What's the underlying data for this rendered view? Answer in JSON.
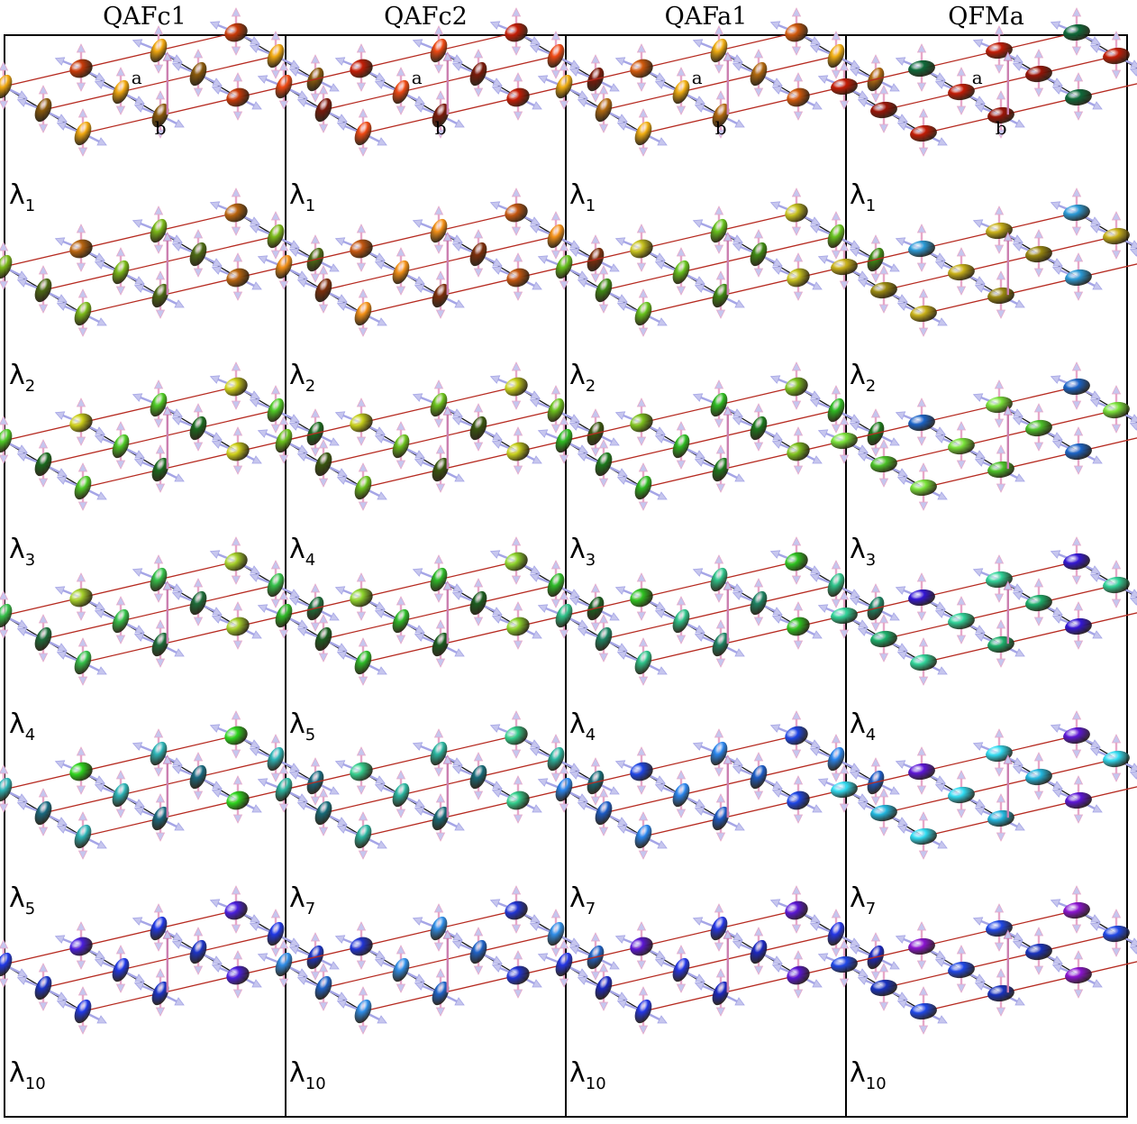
{
  "columns": [
    {
      "title": "QAFc1",
      "style": "tilt",
      "rows": [
        {
          "label": "λ",
          "sub": "1",
          "c1": "#c93a08",
          "c2": "#f3aa10",
          "c3": "#8a5a0c",
          "spin": "#e7a7c8"
        },
        {
          "label": "λ",
          "sub": "2",
          "c1": "#b9650f",
          "c2": "#7cbb19",
          "c3": "#4d6b14",
          "spin": "#e7a7c8"
        },
        {
          "label": "λ",
          "sub": "3",
          "c1": "#cfd21a",
          "c2": "#4fcc26",
          "c3": "#1a6a1e",
          "spin": "#e7a7c8"
        },
        {
          "label": "λ",
          "sub": "4",
          "c1": "#a6d22a",
          "c2": "#35c24a",
          "c3": "#1d6d3a",
          "spin": "#e7a7c8"
        },
        {
          "label": "λ",
          "sub": "5",
          "c1": "#2ed61f",
          "c2": "#2db5b7",
          "c3": "#196a80",
          "spin": "#e7a7c8"
        },
        {
          "label": "λ",
          "sub": "10",
          "c1": "#4a1ee0",
          "c2": "#1f38e6",
          "c3": "#1b34c8",
          "spin": "#e7a7c8"
        }
      ]
    },
    {
      "title": "QAFc2",
      "style": "tilt",
      "rows": [
        {
          "label": "λ",
          "sub": "1",
          "c1": "#c41d06",
          "c2": "#f04a14",
          "c3": "#7a1a0a",
          "spin": "#e7a7c8"
        },
        {
          "label": "λ",
          "sub": "2",
          "c1": "#c45710",
          "c2": "#f59218",
          "c3": "#7c2f0c",
          "spin": "#e7a7c8"
        },
        {
          "label": "λ",
          "sub": "4",
          "c1": "#c8d21c",
          "c2": "#6cc41d",
          "c3": "#39570f",
          "spin": "#e7a7c8"
        },
        {
          "label": "λ",
          "sub": "5",
          "c1": "#8ed62c",
          "c2": "#2ebc28",
          "c3": "#1b5e20",
          "spin": "#e7a7c8"
        },
        {
          "label": "λ",
          "sub": "7",
          "c1": "#33d08e",
          "c2": "#2bb7a1",
          "c3": "#176b78",
          "spin": "#e7a7c8"
        },
        {
          "label": "λ",
          "sub": "10",
          "c1": "#2034d6",
          "c2": "#2f8ee8",
          "c3": "#1f63c8",
          "spin": "#e7a7c8"
        }
      ]
    },
    {
      "title": "QAFa1",
      "style": "tilt",
      "rows": [
        {
          "label": "λ",
          "sub": "1",
          "c1": "#d25a0c",
          "c2": "#f3b012",
          "c3": "#b26a10",
          "spin": "#e7a7c8"
        },
        {
          "label": "λ",
          "sub": "2",
          "c1": "#c8c41e",
          "c2": "#68c41d",
          "c3": "#3f8b14",
          "spin": "#e7a7c8"
        },
        {
          "label": "λ",
          "sub": "3",
          "c1": "#7ec41e",
          "c2": "#2ebc22",
          "c3": "#1c7a1c",
          "spin": "#e7a7c8"
        },
        {
          "label": "λ",
          "sub": "4",
          "c1": "#2ec421",
          "c2": "#2ec48a",
          "c3": "#1d8464",
          "spin": "#e7a7c8"
        },
        {
          "label": "λ",
          "sub": "7",
          "c1": "#1d46e6",
          "c2": "#2a86ee",
          "c3": "#1c5cc6",
          "spin": "#e7a7c8"
        },
        {
          "label": "λ",
          "sub": "10",
          "c1": "#5a16d6",
          "c2": "#2436e6",
          "c3": "#1b28c2",
          "spin": "#e7a7c8"
        }
      ]
    },
    {
      "title": "QFMa",
      "style": "flat",
      "rows": [
        {
          "label": "λ",
          "sub": "1",
          "c1": "#0d6a3a",
          "c2": "#c21c06",
          "c3": "#9a1407",
          "spin": "#e7a7c8"
        },
        {
          "label": "λ",
          "sub": "2",
          "c1": "#2a9bd8",
          "c2": "#c9b21a",
          "c3": "#9a8a10",
          "spin": "#e7a7c8"
        },
        {
          "label": "λ",
          "sub": "3",
          "c1": "#1a64c8",
          "c2": "#7ae43a",
          "c3": "#4cc42a",
          "spin": "#e7a7c8"
        },
        {
          "label": "λ",
          "sub": "4",
          "c1": "#3316d6",
          "c2": "#30d49a",
          "c3": "#1bb06c",
          "spin": "#e7a7c8"
        },
        {
          "label": "λ",
          "sub": "7",
          "c1": "#5c16d8",
          "c2": "#30dcf2",
          "c3": "#22b8e0",
          "spin": "#e7a7c8"
        },
        {
          "label": "λ",
          "sub": "10",
          "c1": "#8b14d2",
          "c2": "#1f48e8",
          "c3": "#1732c0",
          "spin": "#e7a7c8"
        }
      ]
    }
  ],
  "axis_labels": {
    "a": "a",
    "b": "b"
  }
}
